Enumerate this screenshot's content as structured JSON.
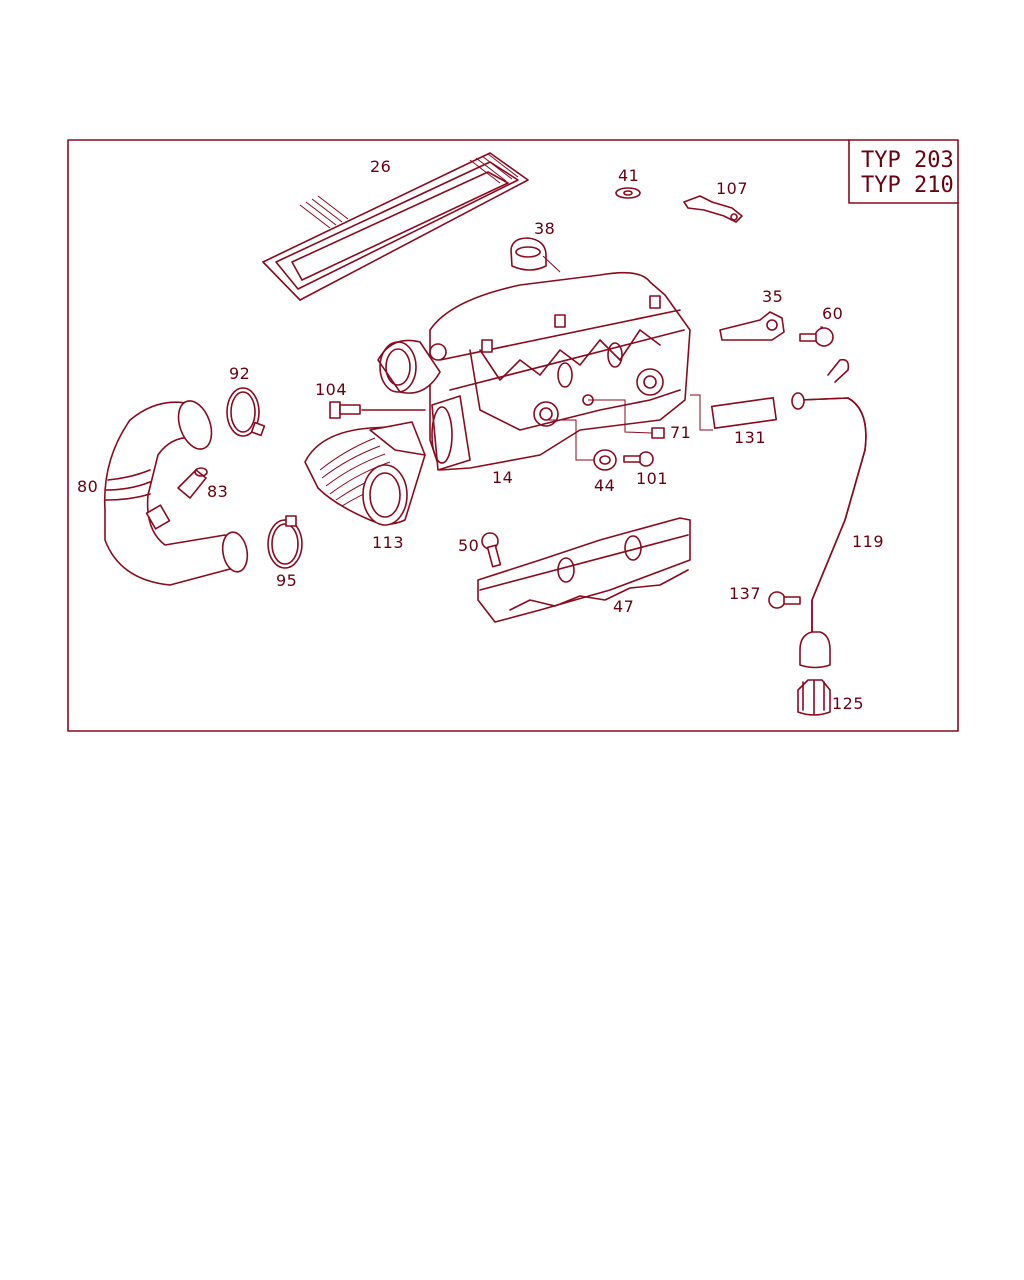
{
  "diagram": {
    "type_box": [
      "TYP 203",
      "TYP 210"
    ],
    "part_numbers": {
      "p26": "26",
      "p41": "41",
      "p107": "107",
      "p38": "38",
      "p35": "35",
      "p60": "60",
      "p92": "92",
      "p104": "104",
      "p80": "80",
      "p83": "83",
      "p14": "14",
      "p71": "71",
      "p131": "131",
      "p44": "44",
      "p101": "101",
      "p113": "113",
      "p119": "119",
      "p50": "50",
      "p95": "95",
      "p47": "47",
      "p137": "137",
      "p125": "125"
    },
    "colors": {
      "line": "#8a0a1e",
      "text": "#6a0010",
      "background": "#ffffff"
    }
  }
}
